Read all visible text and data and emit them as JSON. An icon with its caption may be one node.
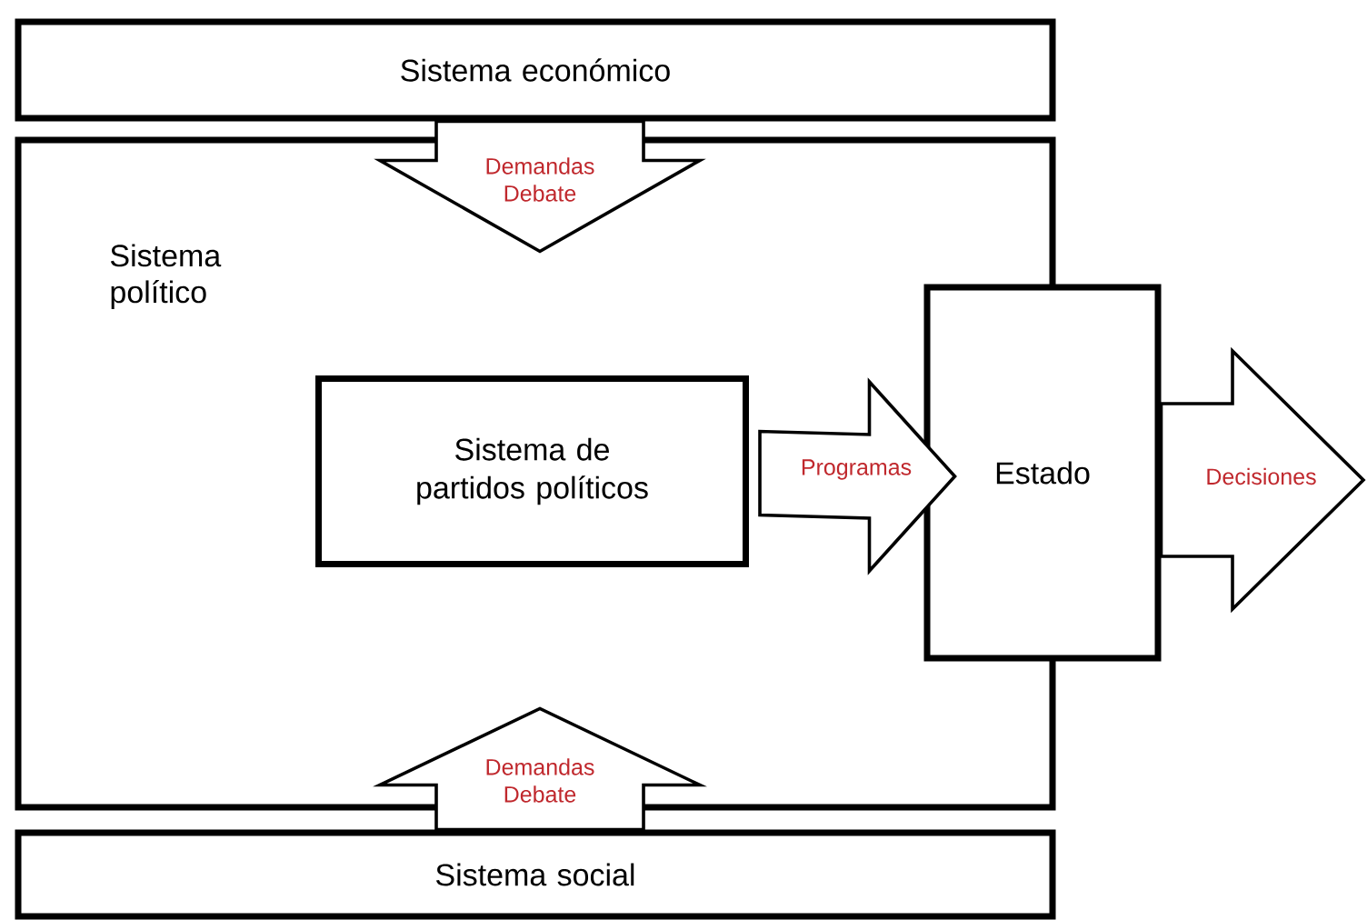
{
  "diagram": {
    "nodes": [
      {
        "text": [
          "Sistema económico"
        ]
      },
      {
        "text": [
          "Sistema político"
        ]
      },
      {
        "text": [
          "Sistema de partidos políticos"
        ],
        "in": 1
      },
      {
        "text": [
          "Estado"
        ]
      },
      {
        "text": [
          "Sistema social"
        ]
      }
    ],
    "edges": [
      {
        "from": 0,
        "to": 1,
        "arrow": "to",
        "label": "Demandas Debate"
      },
      {
        "from": 4,
        "to": 1,
        "arrow": "to",
        "label": "Demandas Debate"
      },
      {
        "from": 2,
        "to": 3,
        "arrow": "to",
        "label": "Programas"
      },
      {
        "from": 3,
        "to": null,
        "arrow": "to",
        "label": "Decisiones"
      }
    ]
  }
}
